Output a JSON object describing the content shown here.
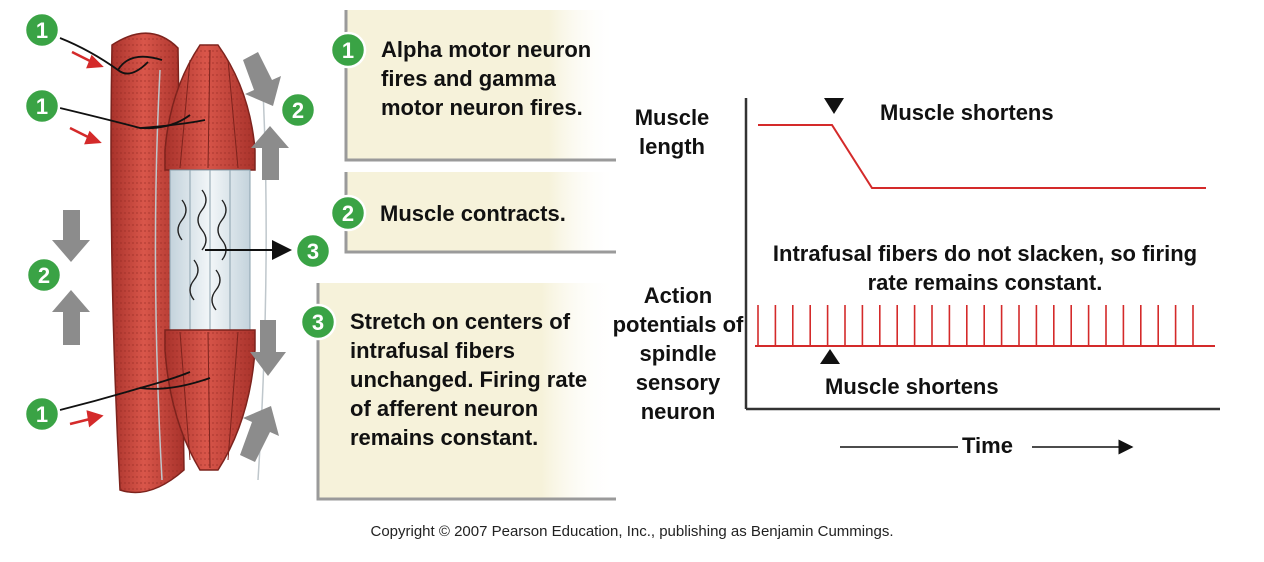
{
  "badges": {
    "one": "1",
    "two": "2",
    "three": "3"
  },
  "steps": [
    {
      "number": "1",
      "text": "Alpha motor neuron fires and gamma motor neuron fires."
    },
    {
      "number": "2",
      "text": "Muscle contracts."
    },
    {
      "number": "3",
      "text": "Stretch on centers of intrafusal fibers unchanged. Firing rate of afferent neuron remains constant."
    }
  ],
  "graph": {
    "muscle_length_label": "Muscle length",
    "action_potentials_label": "Action potentials of spindle sensory neuron",
    "top_annotation": "Muscle shortens",
    "bottom_annotation": "Muscle shortens",
    "firing_note": "Intrafusal fibers do not slacken, so firing rate remains constant.",
    "time_label": "Time"
  },
  "colors": {
    "badge_green": "#3aa345",
    "trace_red": "#d42a2a",
    "muscle_red": "#c9463c",
    "box_bg": "#f6f2da"
  },
  "copyright": "Copyright © 2007 Pearson Education, Inc., publishing as Benjamin Cummings."
}
